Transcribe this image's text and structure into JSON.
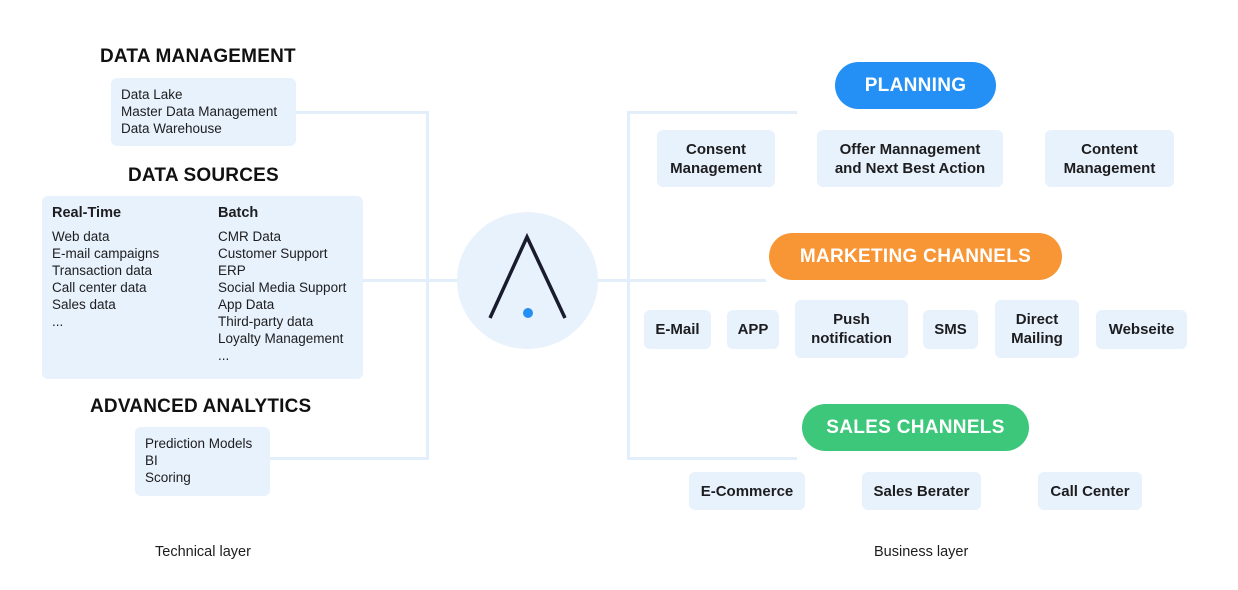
{
  "technical": {
    "data_management": {
      "title": "DATA MANAGEMENT",
      "items": [
        "Data Lake",
        "Master Data Management",
        "Data Warehouse"
      ]
    },
    "data_sources": {
      "title": "DATA SOURCES",
      "realtime_title": "Real-Time",
      "realtime_items": [
        "Web data",
        "E-mail campaigns",
        "Transaction data",
        "Call center data",
        "Sales data",
        "..."
      ],
      "batch_title": "Batch",
      "batch_items": [
        "CMR Data",
        "Customer Support",
        "ERP",
        "Social Media Support",
        "App Data",
        "Third-party data",
        "Loyalty Management",
        "..."
      ]
    },
    "advanced_analytics": {
      "title": "ADVANCED ANALYTICS",
      "items": [
        "Prediction Models",
        "BI",
        "Scoring"
      ]
    },
    "layer_label": "Technical layer"
  },
  "business": {
    "planning": {
      "title": "PLANNING",
      "color": "#2490f5",
      "items": [
        "Consent Management",
        "Offer Mannagement and Next Best Action",
        "Content Management"
      ]
    },
    "marketing": {
      "title": "MARKETING CHANNELS",
      "color": "#f89535",
      "items": [
        "E-Mail",
        "APP",
        "Push notification",
        "SMS",
        "Direct Mailing",
        "Webseite"
      ]
    },
    "sales": {
      "title": "SALES CHANNELS",
      "color": "#3cc77a",
      "items": [
        "E-Commerce",
        "Sales Berater",
        "Call Center"
      ]
    },
    "layer_label": "Business layer"
  },
  "center": {
    "logo": "a-logo-icon",
    "dot_color": "#2490f5"
  }
}
